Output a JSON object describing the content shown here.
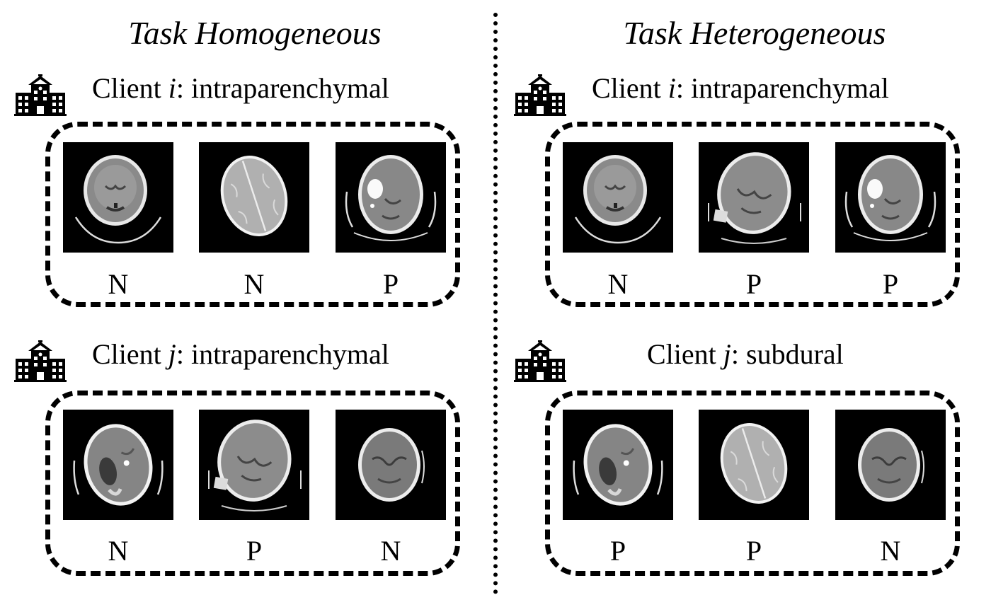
{
  "columns": [
    {
      "title": "Task Homogeneous",
      "clients": [
        {
          "prefix": "Client ",
          "index": "i",
          "suffix": ": intraparenchymal",
          "scans": [
            {
              "label": "N",
              "variant": "axial-low"
            },
            {
              "label": "N",
              "variant": "vertex"
            },
            {
              "label": "P",
              "variant": "bleed"
            }
          ]
        },
        {
          "prefix": "Client ",
          "index": "j",
          "suffix": ": intraparenchymal",
          "scans": [
            {
              "label": "N",
              "variant": "damaged"
            },
            {
              "label": "P",
              "variant": "tilted"
            },
            {
              "label": "N",
              "variant": "posterior"
            }
          ]
        }
      ]
    },
    {
      "title": "Task Heterogeneous",
      "clients": [
        {
          "prefix": "Client ",
          "index": "i",
          "suffix": ": intraparenchymal",
          "scans": [
            {
              "label": "N",
              "variant": "axial-low"
            },
            {
              "label": "P",
              "variant": "tilted"
            },
            {
              "label": "P",
              "variant": "bleed"
            }
          ]
        },
        {
          "prefix": "Client ",
          "index": "j",
          "suffix": ": subdural",
          "scans": [
            {
              "label": "P",
              "variant": "damaged"
            },
            {
              "label": "P",
              "variant": "vertex"
            },
            {
              "label": "N",
              "variant": "posterior"
            }
          ]
        }
      ]
    }
  ],
  "icons": {
    "client": "school-building-icon"
  },
  "colors": {
    "ink": "#000000",
    "background": "#ffffff"
  }
}
